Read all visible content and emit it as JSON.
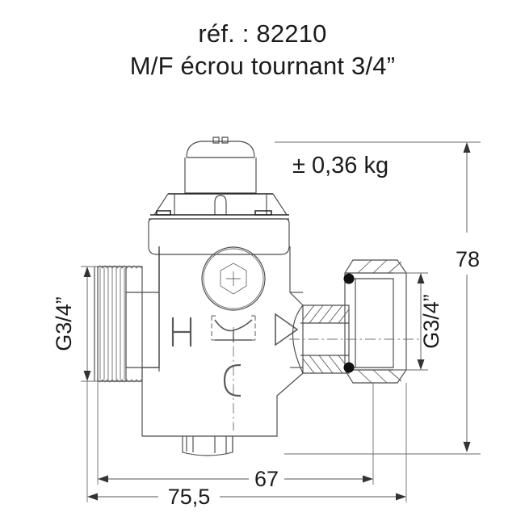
{
  "document": {
    "type": "technical-drawing",
    "background_color": "#ffffff",
    "line_color": "#4a4a4a",
    "text_color": "#1b1b1b"
  },
  "header": {
    "reference_line": "réf. : 82210",
    "description_line": "M/F écrou tournant 3/4”"
  },
  "annotations": {
    "weight": "± 0,36 kg"
  },
  "dimensions": {
    "height_overall": "78",
    "length_overall": "75,5",
    "length_inner": "67",
    "inlet_thread": "G3/4”",
    "outlet_thread": "G3/4”"
  },
  "part_markings": {
    "hot_label": "H",
    "cold_label": "C",
    "flow_arrow": "flow-direction-triangle",
    "valve_symbol": "thermostatic-mixing-symbol"
  },
  "features": {
    "top_cap": "adjustment-cap",
    "body": "valve-body",
    "left_port": "male-threaded-inlet",
    "right_port": "swivel-nut-outlet",
    "bottom_port": "bottom-outlet-flange",
    "hex_plug": "hex-socket-plug",
    "seals": "o-ring-seals"
  }
}
